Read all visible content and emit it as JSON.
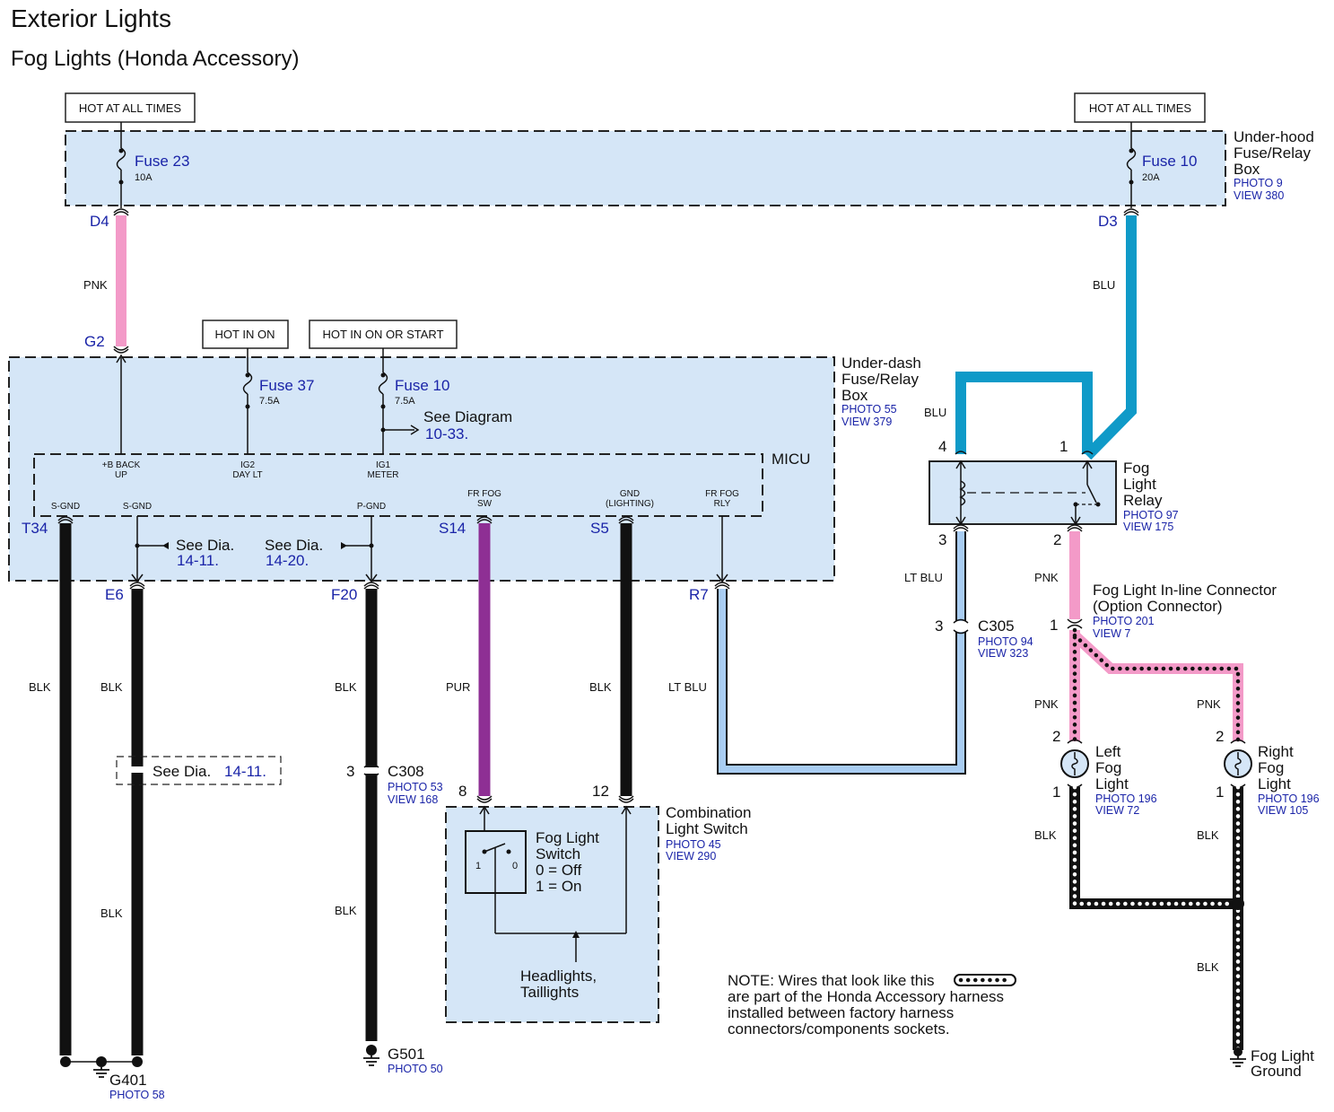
{
  "title": "Exterior Lights",
  "subtitle": "Fog Lights (Honda Accessory)",
  "hot_labels": {
    "hot_at_all_times_left": "HOT AT ALL TIMES",
    "hot_at_all_times_right": "HOT AT ALL TIMES",
    "hot_in_on": "HOT IN ON",
    "hot_in_on_or_start": "HOT IN ON OR START"
  },
  "underhood_box": {
    "name_line1": "Under-hood",
    "name_line2": "Fuse/Relay",
    "name_line3": "Box",
    "photo": "PHOTO 9",
    "view": "VIEW 380",
    "fuse_left_name": "Fuse 23",
    "fuse_left_rating": "10A",
    "fuse_right_name": "Fuse 10",
    "fuse_right_rating": "20A"
  },
  "underdash_box": {
    "name_line1": "Under-dash",
    "name_line2": "Fuse/Relay",
    "name_line3": "Box",
    "photo": "PHOTO 55",
    "view": "VIEW 379",
    "fuse_a_name": "Fuse 37",
    "fuse_a_rating": "7.5A",
    "fuse_b_name": "Fuse 10",
    "fuse_b_rating": "7.5A",
    "see_diagram_text": "See Diagram",
    "see_diagram_ref": "10-33."
  },
  "micu": {
    "label": "MICU",
    "pin_backup_line1": "+B BACK",
    "pin_backup_line2": "UP",
    "pin_ig2_line1": "IG2",
    "pin_ig2_line2": "DAY LT",
    "pin_ig1_line1": "IG1",
    "pin_ig1_line2": "METER",
    "pin_sgnd1": "S-GND",
    "pin_sgnd2": "S-GND",
    "pin_pgnd": "P-GND",
    "pin_frfogsw_line1": "FR FOG",
    "pin_frfogsw_line2": "SW",
    "pin_gndlight_line1": "GND",
    "pin_gndlight_line2": "(LIGHTING)",
    "pin_frfogrly_line1": "FR FOG",
    "pin_frfogrly_line2": "RLY",
    "see_dia_1_text": "See Dia.",
    "see_dia_1_ref": "14-11.",
    "see_dia_2_text": "See Dia.",
    "see_dia_2_ref": "14-20."
  },
  "terminals": {
    "d4": "D4",
    "d3": "D3",
    "g2": "G2",
    "t34": "T34",
    "e6": "E6",
    "f20": "F20",
    "s14": "S14",
    "s5": "S5",
    "r7": "R7"
  },
  "wire_colors": {
    "pnk_top": "PNK",
    "blu_top": "BLU",
    "blu_relay": "BLU",
    "lt_blu_relay": "LT BLU",
    "pnk_relay": "PNK",
    "blk_t34": "BLK",
    "blk_e6_upper": "BLK",
    "blk_e6_lower": "BLK",
    "blk_f20_upper": "BLK",
    "blk_f20_lower": "BLK",
    "pur_s14": "PUR",
    "blk_s5": "BLK",
    "lt_blu_r7": "LT BLU",
    "pnk_left_fog": "PNK",
    "pnk_right_fog": "PNK",
    "blk_left_fog": "BLK",
    "blk_right_fog": "BLK",
    "blk_ground": "BLK"
  },
  "see_dia_e6": {
    "text": "See Dia.",
    "ref": "14-11."
  },
  "relay": {
    "name_line1": "Fog",
    "name_line2": "Light",
    "name_line3": "Relay",
    "photo": "PHOTO 97",
    "view": "VIEW 175",
    "pin4": "4",
    "pin1": "1",
    "pin3": "3",
    "pin2": "2"
  },
  "c305": {
    "name": "C305",
    "pin": "3",
    "pin_below": "3",
    "photo": "PHOTO 94",
    "view": "VIEW 323"
  },
  "inline_connector": {
    "name_line1": "Fog Light In-line Connector",
    "name_line2": "(Option Connector)",
    "photo": "PHOTO 201",
    "view": "VIEW 7",
    "pin": "1"
  },
  "left_fog": {
    "name_line1": "Left",
    "name_line2": "Fog",
    "name_line3": "Light",
    "photo": "PHOTO 196",
    "view": "VIEW 72",
    "pin_top": "2",
    "pin_bottom": "1"
  },
  "right_fog": {
    "name_line1": "Right",
    "name_line2": "Fog",
    "name_line3": "Light",
    "photo": "PHOTO 196",
    "view": "VIEW 105",
    "pin_top": "2",
    "pin_bottom": "1"
  },
  "c308": {
    "name": "C308",
    "pin": "3",
    "photo": "PHOTO 53",
    "view": "VIEW 168"
  },
  "combination_switch": {
    "name_line1": "Combination",
    "name_line2": "Light Switch",
    "photo": "PHOTO 45",
    "view": "VIEW 290",
    "pin8": "8",
    "pin12": "12",
    "fog_switch_line1": "Fog Light",
    "fog_switch_line2": "Switch",
    "fog_switch_line3": "0 = Off",
    "fog_switch_line4": "1 = On",
    "pos_on": "1",
    "pos_off": "0",
    "headlights_line1": "Headlights,",
    "headlights_line2": "Taillights"
  },
  "grounds": {
    "g401": "G401",
    "g401_photo": "PHOTO 58",
    "g501": "G501",
    "g501_photo": "PHOTO 50",
    "fog_ground_line1": "Fog Light",
    "fog_ground_line2": "Ground"
  },
  "note": {
    "line1": "NOTE: Wires that look like this",
    "line2": "are part of the Honda Accessory harness",
    "line3": "installed between factory harness",
    "line4": "connectors/components sockets."
  },
  "colors": {
    "box_fill": "#d5e6f7",
    "pink": "#f39ac8",
    "blue": "#0f9ac8",
    "light_blue": "#a9cdf2",
    "purple": "#8e2f94",
    "black": "#111111",
    "label_blue": "#1a24a8"
  }
}
